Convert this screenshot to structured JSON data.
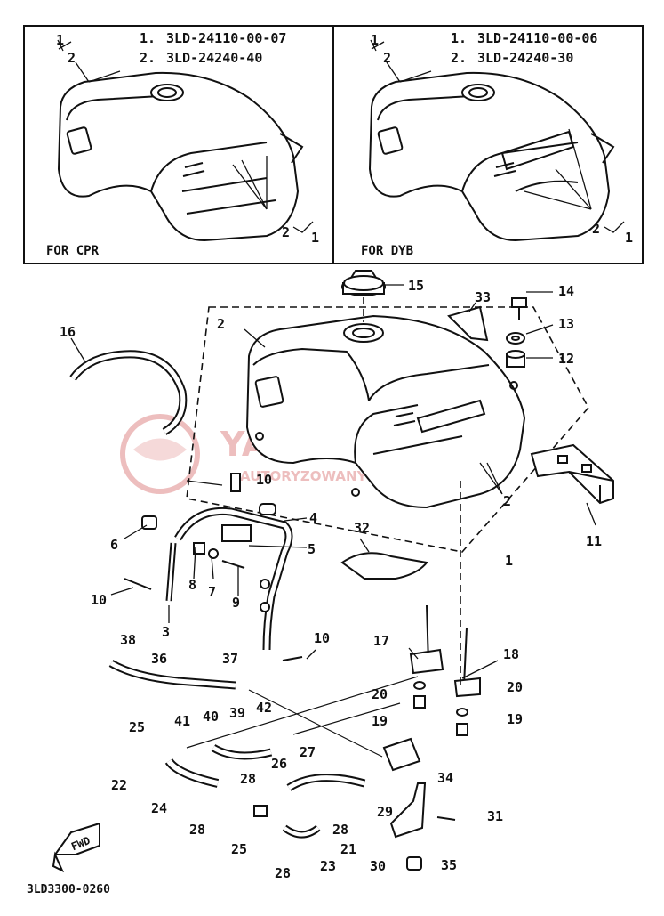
{
  "insets": [
    {
      "variant_label": "FOR CPR",
      "legend": [
        {
          "num": "1.",
          "code": "3LD-24110-00-07"
        },
        {
          "num": "2.",
          "code": "3LD-24240-40"
        }
      ]
    },
    {
      "variant_label": "FOR DYB",
      "legend": [
        {
          "num": "1.",
          "code": "3LD-24110-00-06"
        },
        {
          "num": "2.",
          "code": "3LD-24240-30"
        }
      ]
    }
  ],
  "inset_callouts": {
    "one": "1",
    "two": "2"
  },
  "callouts": {
    "c1": "1",
    "c2a": "2",
    "c2b": "2",
    "c3": "3",
    "c4": "4",
    "c5": "5",
    "c6": "6",
    "c7": "7",
    "c8": "8",
    "c9": "9",
    "c10a": "10",
    "c10b": "10",
    "c10c": "10",
    "c11": "11",
    "c12": "12",
    "c13": "13",
    "c14": "14",
    "c15": "15",
    "c16": "16",
    "c17": "17",
    "c18": "18",
    "c19a": "19",
    "c19b": "19",
    "c20a": "20",
    "c20b": "20",
    "c21": "21",
    "c22": "22",
    "c23": "23",
    "c24": "24",
    "c25": "25",
    "c26": "26",
    "c27": "27",
    "c28a": "28",
    "c28b": "28",
    "c28c": "28",
    "c28d": "28",
    "c29": "29",
    "c30": "30",
    "c31": "31",
    "c32": "32",
    "c33": "33",
    "c34": "34",
    "c35": "35",
    "c36": "36",
    "c37": "37",
    "c38": "38",
    "c39": "39",
    "c40": "40",
    "c41": "41",
    "c42": "42",
    "c25b": "25"
  },
  "fwd_label": "FWD",
  "diagram_code": "3LD3300-0260",
  "watermark": {
    "title": "YAMA-SKLEP.PL",
    "subtitle": "AUTORYZOWANY DEALER YAMAHA",
    "color": "#e08a8a"
  }
}
